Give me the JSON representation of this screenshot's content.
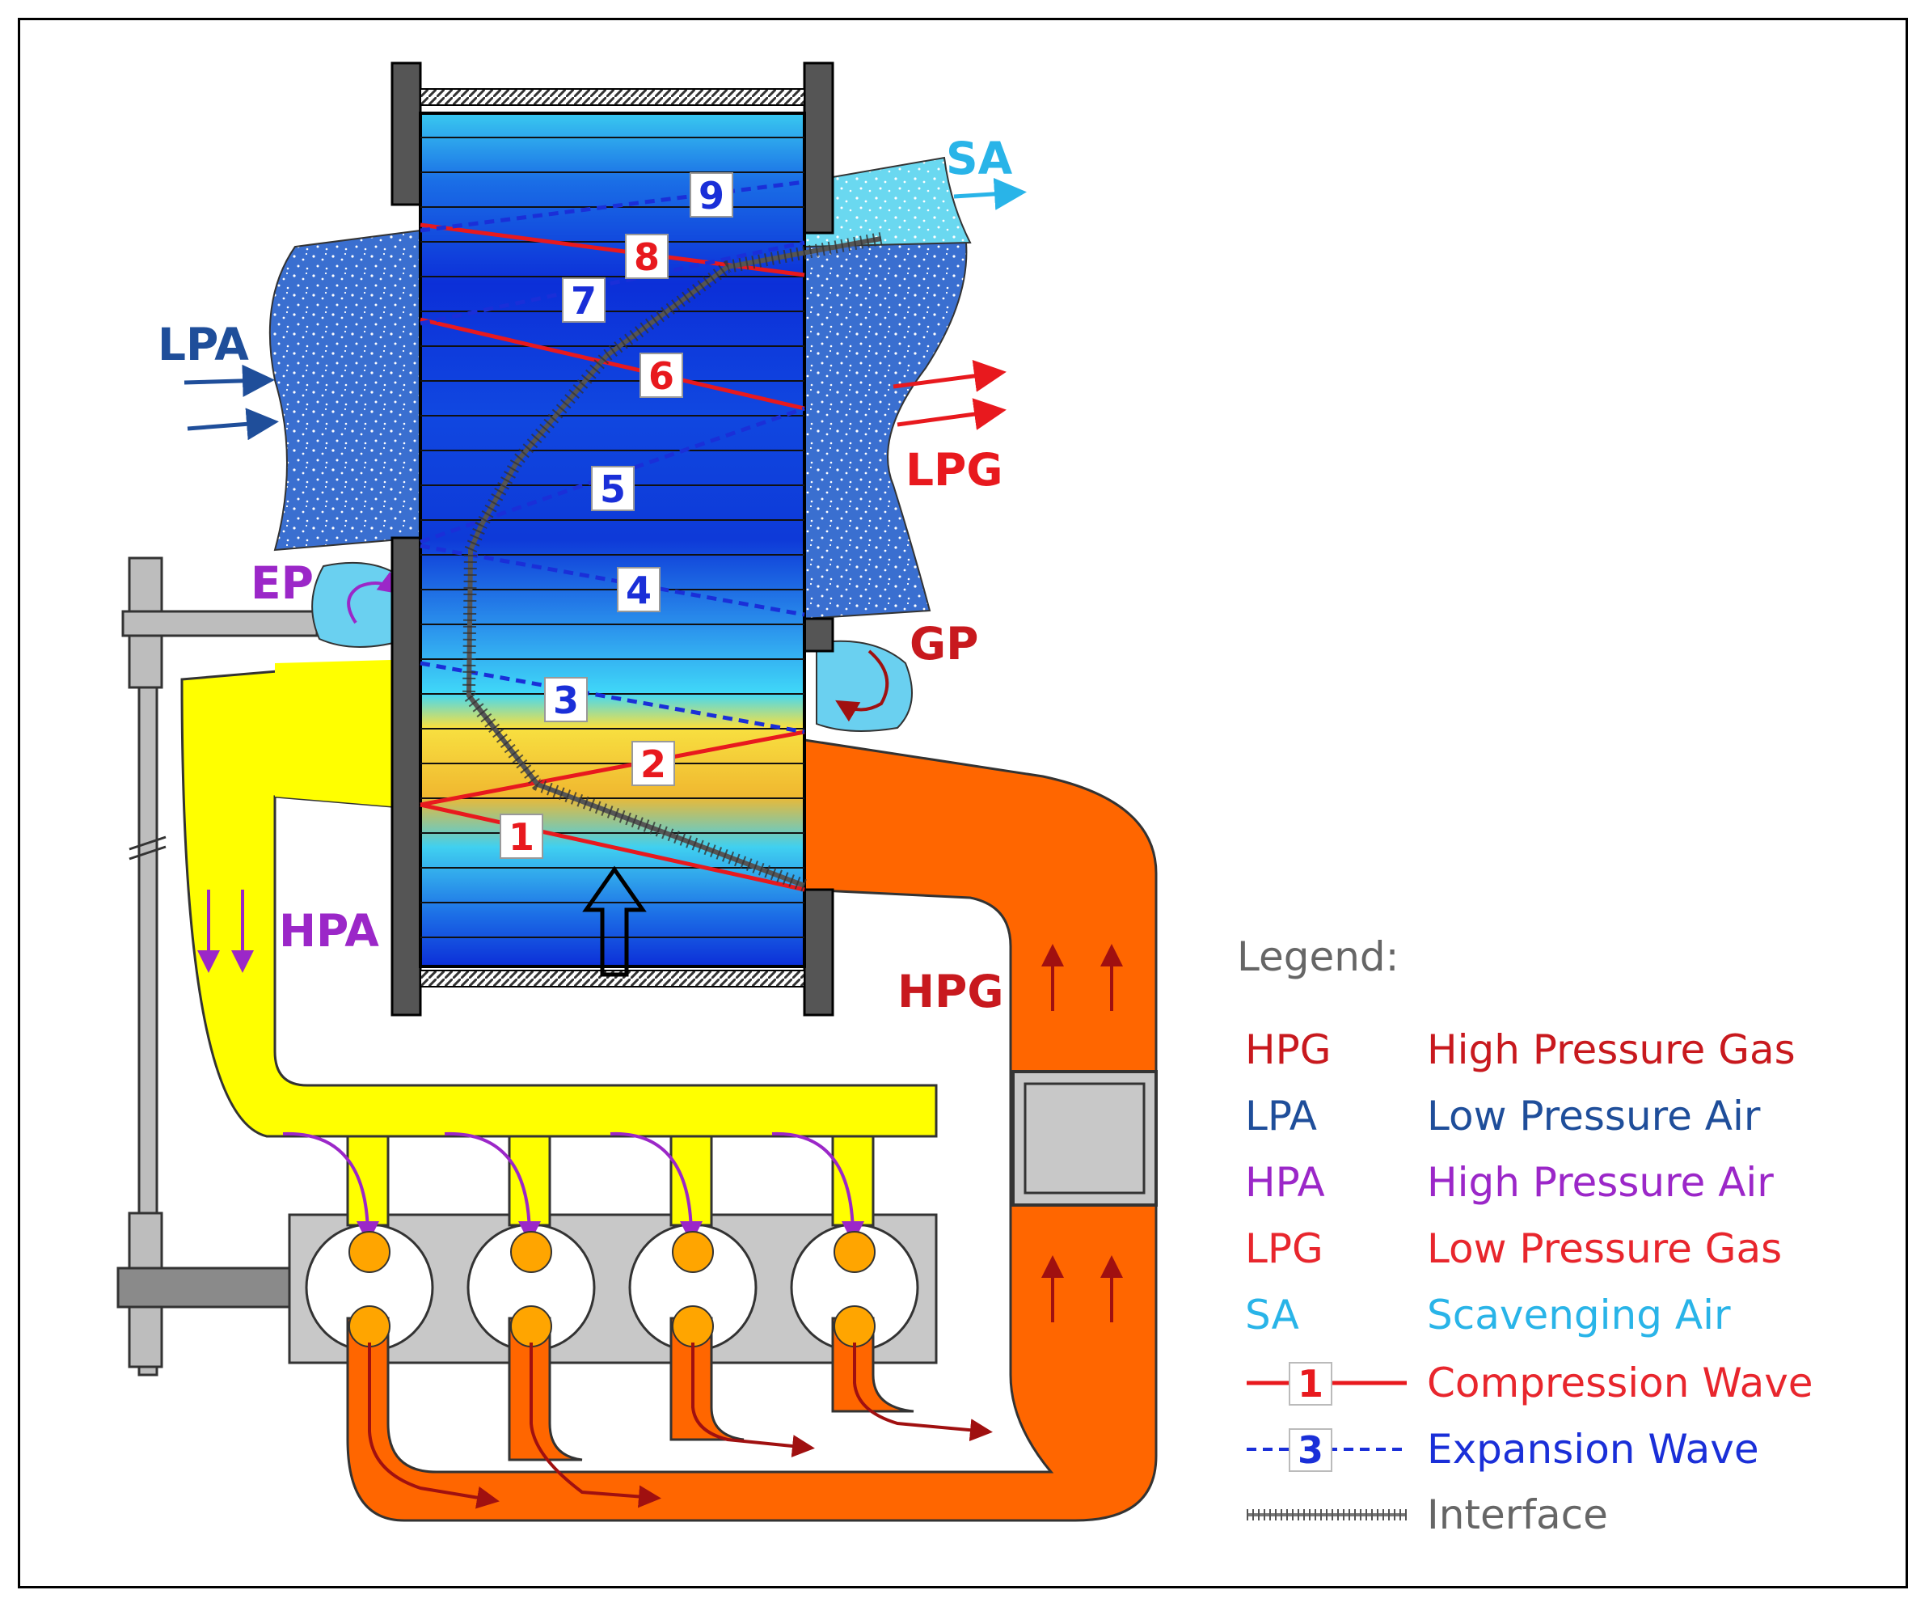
{
  "labels": {
    "sa": "SA",
    "lpa": "LPA",
    "lpg": "LPG",
    "ep": "EP",
    "gp": "GP",
    "hpa": "HPA",
    "hpg": "HPG"
  },
  "waves": [
    {
      "n": "1",
      "kind": "compression"
    },
    {
      "n": "2",
      "kind": "compression"
    },
    {
      "n": "3",
      "kind": "expansion"
    },
    {
      "n": "4",
      "kind": "expansion"
    },
    {
      "n": "5",
      "kind": "expansion"
    },
    {
      "n": "6",
      "kind": "compression"
    },
    {
      "n": "7",
      "kind": "expansion"
    },
    {
      "n": "8",
      "kind": "compression"
    },
    {
      "n": "9",
      "kind": "expansion"
    }
  ],
  "legend": {
    "title": "Legend:",
    "items": [
      {
        "abbr": "HPG",
        "text": "High Pressure Gas",
        "color": "#c8191e"
      },
      {
        "abbr": "LPA",
        "text": "Low Pressure Air",
        "color": "#1f4e9a"
      },
      {
        "abbr": "HPA",
        "text": "High Pressure Air",
        "color": "#9b27c8"
      },
      {
        "abbr": "LPG",
        "text": "Low Pressure Gas",
        "color": "#e8262d"
      },
      {
        "abbr": "SA",
        "text": "Scavenging Air",
        "color": "#29b4e8"
      }
    ],
    "compression": {
      "n": "1",
      "text": "Compression Wave"
    },
    "expansion": {
      "n": "3",
      "text": "Expansion Wave"
    },
    "interface": {
      "text": "Interface"
    }
  },
  "colors": {
    "compression": "#e8191e",
    "expansion": "#1a2fd8",
    "hpa_duct": "#ffff00",
    "hpg_duct": "#ff6600",
    "lpa_port": "#3a6fd0",
    "sa_port": "#6fd8f0",
    "legend_gray": "#666666"
  }
}
